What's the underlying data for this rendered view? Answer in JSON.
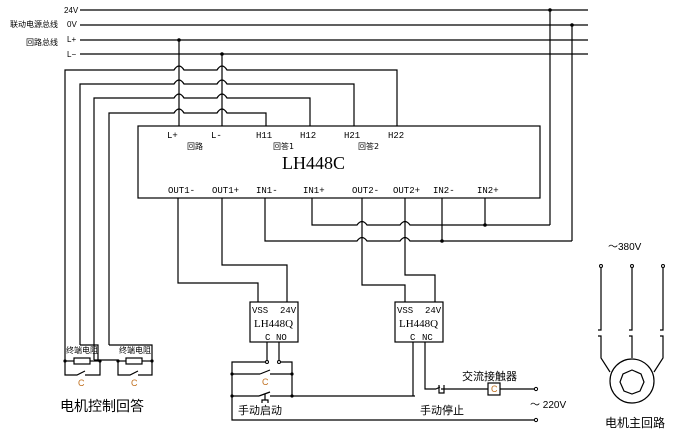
{
  "buses": {
    "v24": "24V",
    "v0": "0V",
    "power_bus_label": "联动电源总线",
    "lplus": "L+",
    "lminus": "L−",
    "loop_bus_label": "回路总线"
  },
  "module_c": {
    "name": "LH448C",
    "top_terminals": [
      "L+",
      "L-",
      "H11",
      "H12",
      "H21",
      "H22"
    ],
    "top_group_labels": [
      "回路",
      "回答1",
      "回答2"
    ],
    "bottom_terminals": [
      "OUT1-",
      "OUT1+",
      "IN1-",
      "IN1+",
      "OUT2-",
      "OUT2+",
      "IN2-",
      "IN2+"
    ]
  },
  "relay1": {
    "name": "LH448Q",
    "vss": "VSS",
    "v24": "24V",
    "c": "C",
    "contact": "NO"
  },
  "relay2": {
    "name": "LH448Q",
    "vss": "VSS",
    "v24": "24V",
    "c": "C",
    "contact": "NC"
  },
  "resistors": [
    {
      "label": "终端电阻",
      "contact": "C"
    },
    {
      "label": "终端电阻",
      "contact": "C"
    }
  ],
  "control_circuit": {
    "hold_contact": "C",
    "start_button": "手动启动",
    "stop_button": "手动停止",
    "contactor_label": "交流接触器",
    "contactor_coil": "C",
    "supply": "～ 220V"
  },
  "motor": {
    "supply": "～380V",
    "title": "电机主回路"
  },
  "footer": {
    "feedback_title": "电机控制回答"
  }
}
